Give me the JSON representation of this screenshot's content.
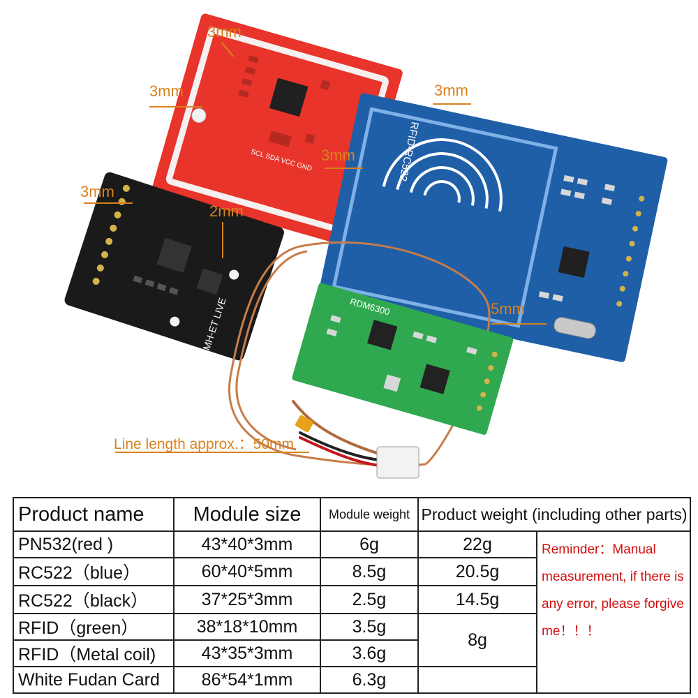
{
  "annotations": {
    "red_top": "3mm",
    "red_left": "3mm",
    "red_right": "3mm",
    "blue_top": "3mm",
    "black_left": "3mm",
    "black_hole": "2mm",
    "blue_bottom": "5mm",
    "line_length": "Line length approx.：50mm"
  },
  "board_labels": {
    "blue": "RFID-RC522",
    "black": "MH-ET LIVE",
    "green": "RDM6300"
  },
  "colors": {
    "accent": "#d9821e",
    "reminder": "#d01010",
    "red_board": "#e8342a",
    "blue_board": "#1f5fa8",
    "black_board": "#1a1a1a",
    "green_board": "#2fa84f"
  },
  "table": {
    "headers": {
      "name": "Product name",
      "size": "Module size",
      "weight": "Module weight",
      "total": "Product weight (including other parts)"
    },
    "rows": [
      {
        "name": "PN532(red )",
        "size": "43*40*3mm",
        "weight": "6g",
        "total": "22g"
      },
      {
        "name": "RC522（blue）",
        "size": "60*40*5mm",
        "weight": "8.5g",
        "total": "20.5g"
      },
      {
        "name": "RC522（black）",
        "size": "37*25*3mm",
        "weight": "2.5g",
        "total": "14.5g"
      },
      {
        "name": "RFID（green）",
        "size": "38*18*10mm",
        "weight": "3.5g",
        "total": "8g"
      },
      {
        "name": "RFID（Metal coil)",
        "size": "43*35*3mm",
        "weight": "3.6g"
      },
      {
        "name": "White Fudan Card",
        "size": "86*54*1mm",
        "weight": "6.3g"
      }
    ],
    "reminder": "Reminder：Manual measurement, if there is any error, please forgive me！！！"
  }
}
